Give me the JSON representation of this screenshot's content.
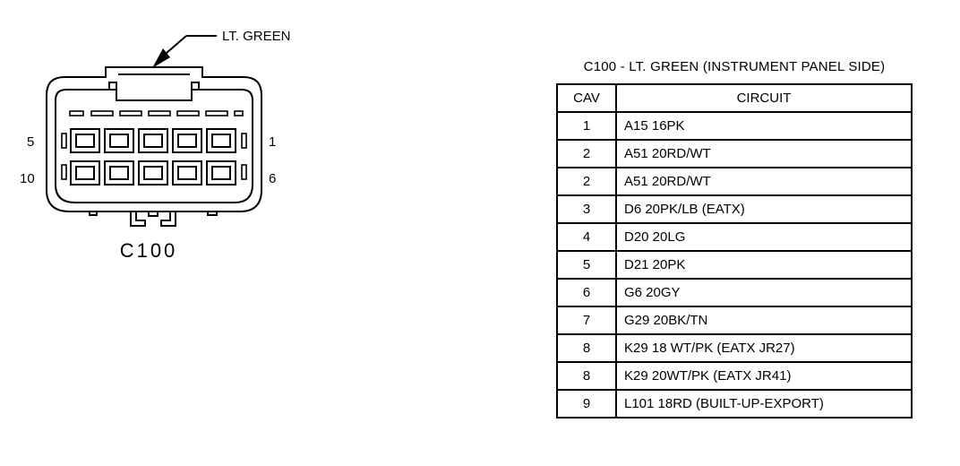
{
  "connector": {
    "label": "C100",
    "color_callout": "LT. GREEN",
    "pin_labels": {
      "top_left": "5",
      "top_right": "1",
      "bottom_left": "10",
      "bottom_right": "6"
    }
  },
  "table": {
    "title": "C100 - LT. GREEN (INSTRUMENT PANEL SIDE)",
    "headers": {
      "cav": "CAV",
      "circuit": "CIRCUIT"
    },
    "rows": [
      {
        "cav": "1",
        "circuit": "A15 16PK"
      },
      {
        "cav": "2",
        "circuit": "A51 20RD/WT"
      },
      {
        "cav": "2",
        "circuit": "A51 20RD/WT"
      },
      {
        "cav": "3",
        "circuit": "D6 20PK/LB (EATX)"
      },
      {
        "cav": "4",
        "circuit": "D20 20LG"
      },
      {
        "cav": "5",
        "circuit": "D21 20PK"
      },
      {
        "cav": "6",
        "circuit": "G6 20GY"
      },
      {
        "cav": "7",
        "circuit": "G29 20BK/TN"
      },
      {
        "cav": "8",
        "circuit": "K29 18 WT/PK (EATX JR27)"
      },
      {
        "cav": "8",
        "circuit": "K29 20WT/PK (EATX JR41)"
      },
      {
        "cav": "9",
        "circuit": "L101 18RD (BUILT-UP-EXPORT)"
      }
    ]
  }
}
